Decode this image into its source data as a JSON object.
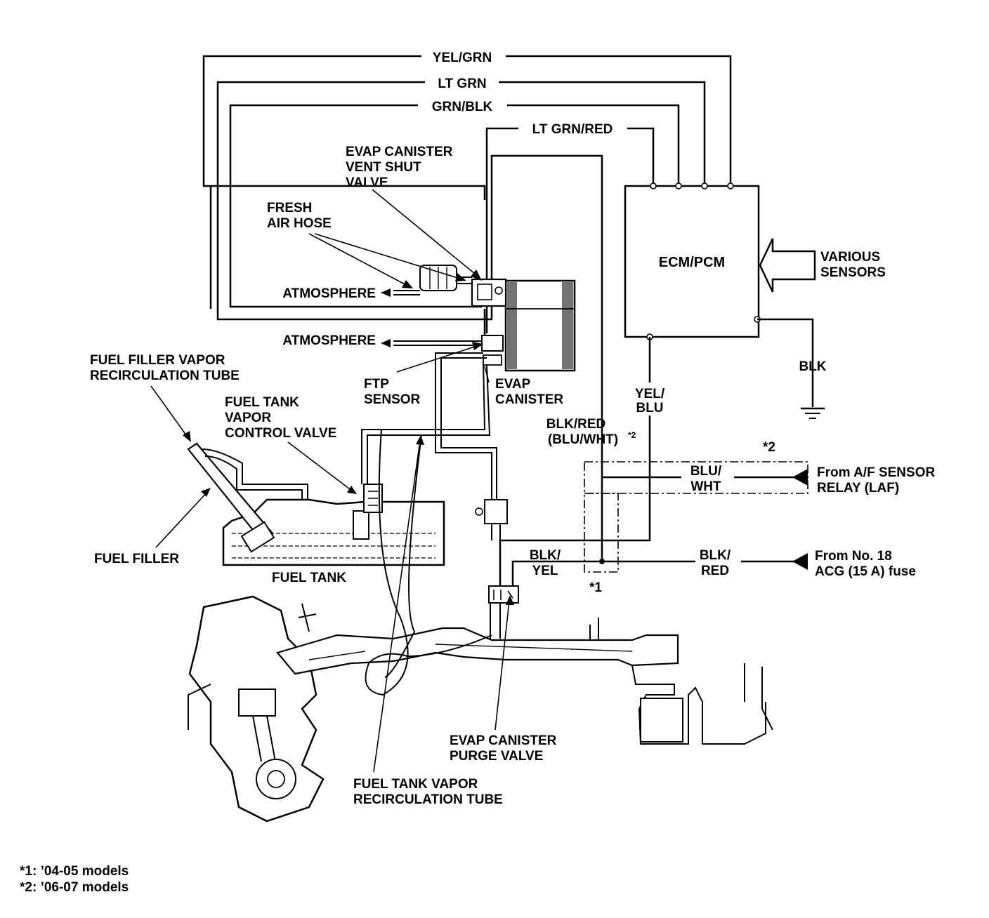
{
  "wires": {
    "yel_grn": "YEL/GRN",
    "lt_grn": "LT GRN",
    "grn_blk": "GRN/BLK",
    "lt_grn_red": "LT GRN/RED",
    "blk": "BLK",
    "yel_blu_1": "YEL/",
    "yel_blu_2": "BLU",
    "blk_red_1": "BLK/RED",
    "blk_red_2": "(BLU/WHT)",
    "blk_red_sup": "*2",
    "blu_wht_1": "BLU/",
    "blu_wht_2": "WHT",
    "blk_yel_1": "BLK/",
    "blk_yel_2": "YEL",
    "blk_red_fuse_1": "BLK/",
    "blk_red_fuse_2": "RED"
  },
  "components": {
    "ecm": "ECM/PCM",
    "various_sensors_1": "VARIOUS",
    "various_sensors_2": "SENSORS",
    "vent_shut_1": "EVAP CANISTER",
    "vent_shut_2": "VENT SHUT",
    "vent_shut_3": "VALVE",
    "fresh_air_1": "FRESH",
    "fresh_air_2": "AIR HOSE",
    "atmosphere_1": "ATMOSPHERE",
    "atmosphere_2": "ATMOSPHERE",
    "ftp_1": "FTP",
    "ftp_2": "SENSOR",
    "canister_1": "EVAP",
    "canister_2": "CANISTER",
    "filler_tube_1": "FUEL FILLER VAPOR",
    "filler_tube_2": "RECIRCULATION TUBE",
    "tank_valve_1": "FUEL TANK",
    "tank_valve_2": "VAPOR",
    "tank_valve_3": "CONTROL VALVE",
    "fuel_filler": "FUEL FILLER",
    "fuel_tank": "FUEL TANK",
    "purge_1": "EVAP CANISTER",
    "purge_2": "PURGE VALVE",
    "recirc_1": "FUEL TANK VAPOR",
    "recirc_2": "RECIRCULATION TUBE"
  },
  "sources": {
    "af_relay_1": "From A/F SENSOR",
    "af_relay_2": "RELAY (LAF)",
    "fuse_1": "From No. 18",
    "fuse_2": "ACG (15 A) fuse"
  },
  "markers": {
    "m1": "*1",
    "m2": "*2"
  },
  "footnotes": {
    "n1": "*1: ’04-05 models",
    "n2": "*2: ’06-07 models"
  }
}
